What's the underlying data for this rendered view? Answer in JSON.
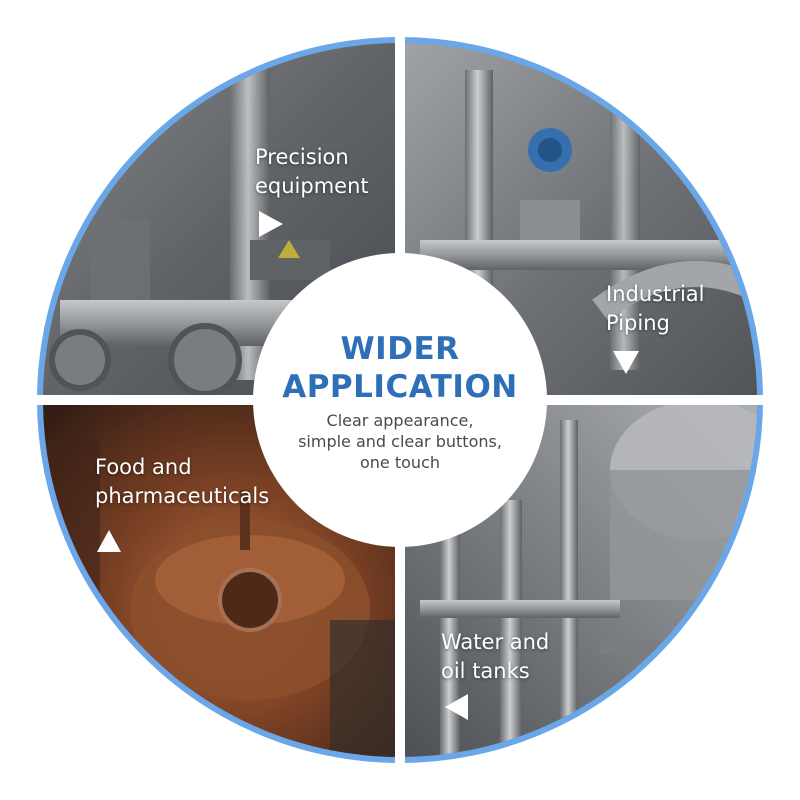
{
  "colors": {
    "ring": "#6aa6e8",
    "title": "#2f6fb8",
    "subtitle": "#4a4a4a",
    "divider": "#ffffff"
  },
  "center": {
    "title_lines": [
      "WIDER",
      "APPLICATION"
    ],
    "subtitle_lines": [
      "Clear appearance,",
      "simple and clear buttons,",
      "one touch"
    ]
  },
  "segments": [
    {
      "lines": [
        "Precision",
        "equipment"
      ],
      "arrow": "right-triangle-icon",
      "photo": "gray-valve-pipes-photo"
    },
    {
      "lines": [
        "Industrial",
        "Piping"
      ],
      "arrow": "down-triangle-icon",
      "photo": "steel-pipes-gauge-photo"
    },
    {
      "lines": [
        "Food and",
        "pharmaceuticals"
      ],
      "arrow": "up-triangle-icon",
      "photo": "copper-kettle-photo"
    },
    {
      "lines": [
        "Water and",
        "oil tanks"
      ],
      "arrow": "left-triangle-icon",
      "photo": "steel-tanks-photo"
    }
  ]
}
